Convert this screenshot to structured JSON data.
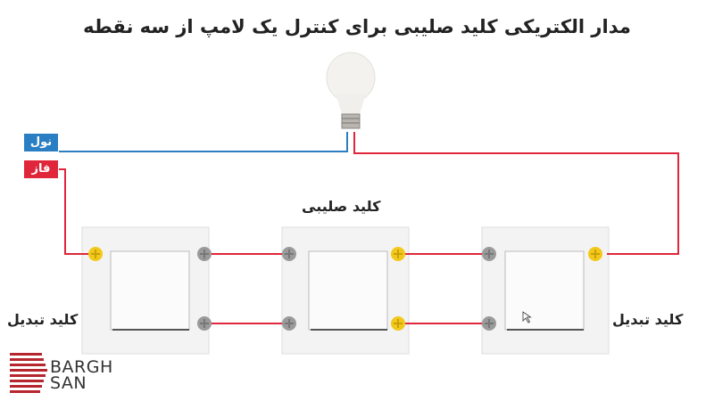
{
  "title": "مدار الکتریکی کلید صلیبی برای کنترل یک لامپ از سه نقطه",
  "labels": {
    "neutral": "نول",
    "phase": "فاز",
    "cross_switch": "کلید صلیبی",
    "left_switch": "کلید تبدیل",
    "right_switch": "کلید تبدیل"
  },
  "logo": {
    "line1": "BARGH",
    "line2": "SAN"
  },
  "colors": {
    "neutral": "#2a7fc4",
    "phase": "#e0263a",
    "terminal_active": "#f2c81a",
    "terminal": "#9a9a9a"
  }
}
